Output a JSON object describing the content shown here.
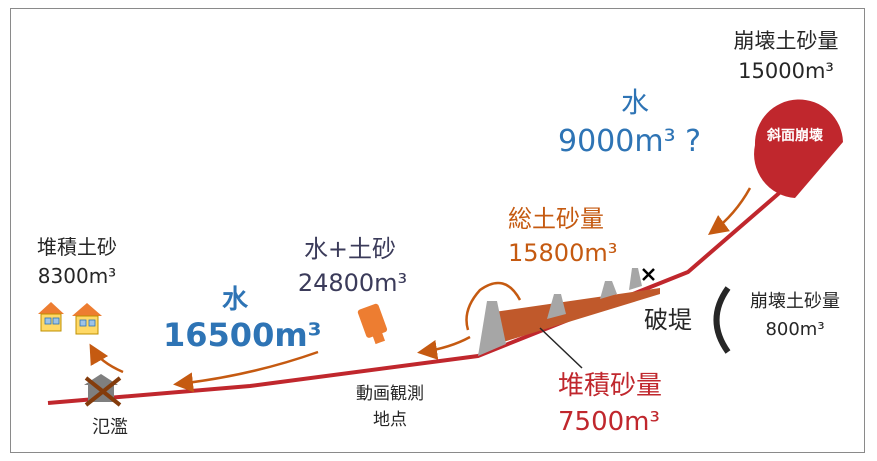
{
  "colors": {
    "slope": "#c0272d",
    "arrow": "#c55a11",
    "water_text": "#2e74b5",
    "sediment_text": "#c55a11",
    "deposit_text": "#c0272d",
    "sediment_fill": "#c0592b",
    "dam": "#a6a6a6"
  },
  "collapse": {
    "label": "斜面崩壊",
    "volume_title": "崩壊土砂量",
    "volume_value": "15000m³"
  },
  "water_upper": {
    "label": "水",
    "value": "9000m³ ?"
  },
  "total_sediment": {
    "label": "総土砂量",
    "value": "15800m³"
  },
  "breach": {
    "label": "破堤",
    "volume_title": "崩壊土砂量",
    "volume_value": "800m³"
  },
  "deposit": {
    "label": "堆積砂量",
    "value": "7500m³"
  },
  "mixture": {
    "label": "水+土砂",
    "value": "24800m³"
  },
  "water_lower": {
    "label": "水",
    "value": "16500m³"
  },
  "downstream": {
    "label": "堆積土砂",
    "value": "8300m³"
  },
  "observation_point": {
    "line1": "動画観測",
    "line2": "地点"
  },
  "flood": {
    "label": "氾濫"
  },
  "icons": [
    "house-icon",
    "camera-icon",
    "breach-x-icon",
    "flooded-house-icon"
  ]
}
